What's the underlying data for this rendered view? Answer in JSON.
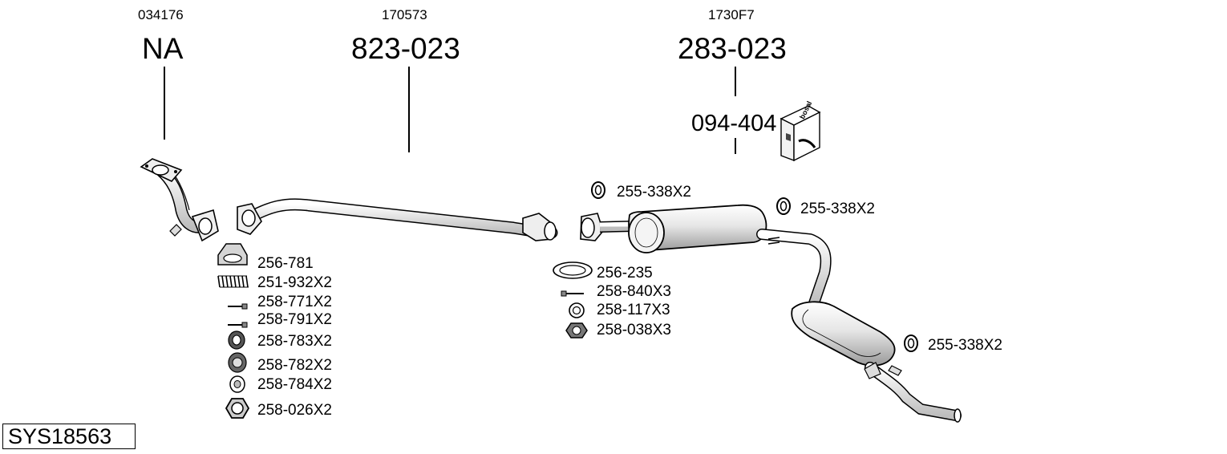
{
  "columns": [
    {
      "ref": "034176",
      "part": "NA"
    },
    {
      "ref": "170573",
      "part": "823-023"
    },
    {
      "ref": "1730F7",
      "part": "283-023"
    }
  ],
  "kit_part": "094-404",
  "box_brand": "bosal",
  "group1_parts": [
    "256-781",
    "251-932X2",
    "258-771X2",
    "258-791X2",
    "258-783X2",
    "258-782X2",
    "258-784X2",
    "258-026X2"
  ],
  "group2_parts": [
    "256-235",
    "258-840X3",
    "258-117X3",
    "258-038X3"
  ],
  "clamp_labels": [
    "255-338X2",
    "255-338X2",
    "255-338X2"
  ],
  "system_id": "SYS18563",
  "colors": {
    "line": "#000000",
    "fill_light": "#f0f0f0",
    "fill_mid": "#c8c8c8",
    "fill_dark": "#8a8a8a"
  }
}
